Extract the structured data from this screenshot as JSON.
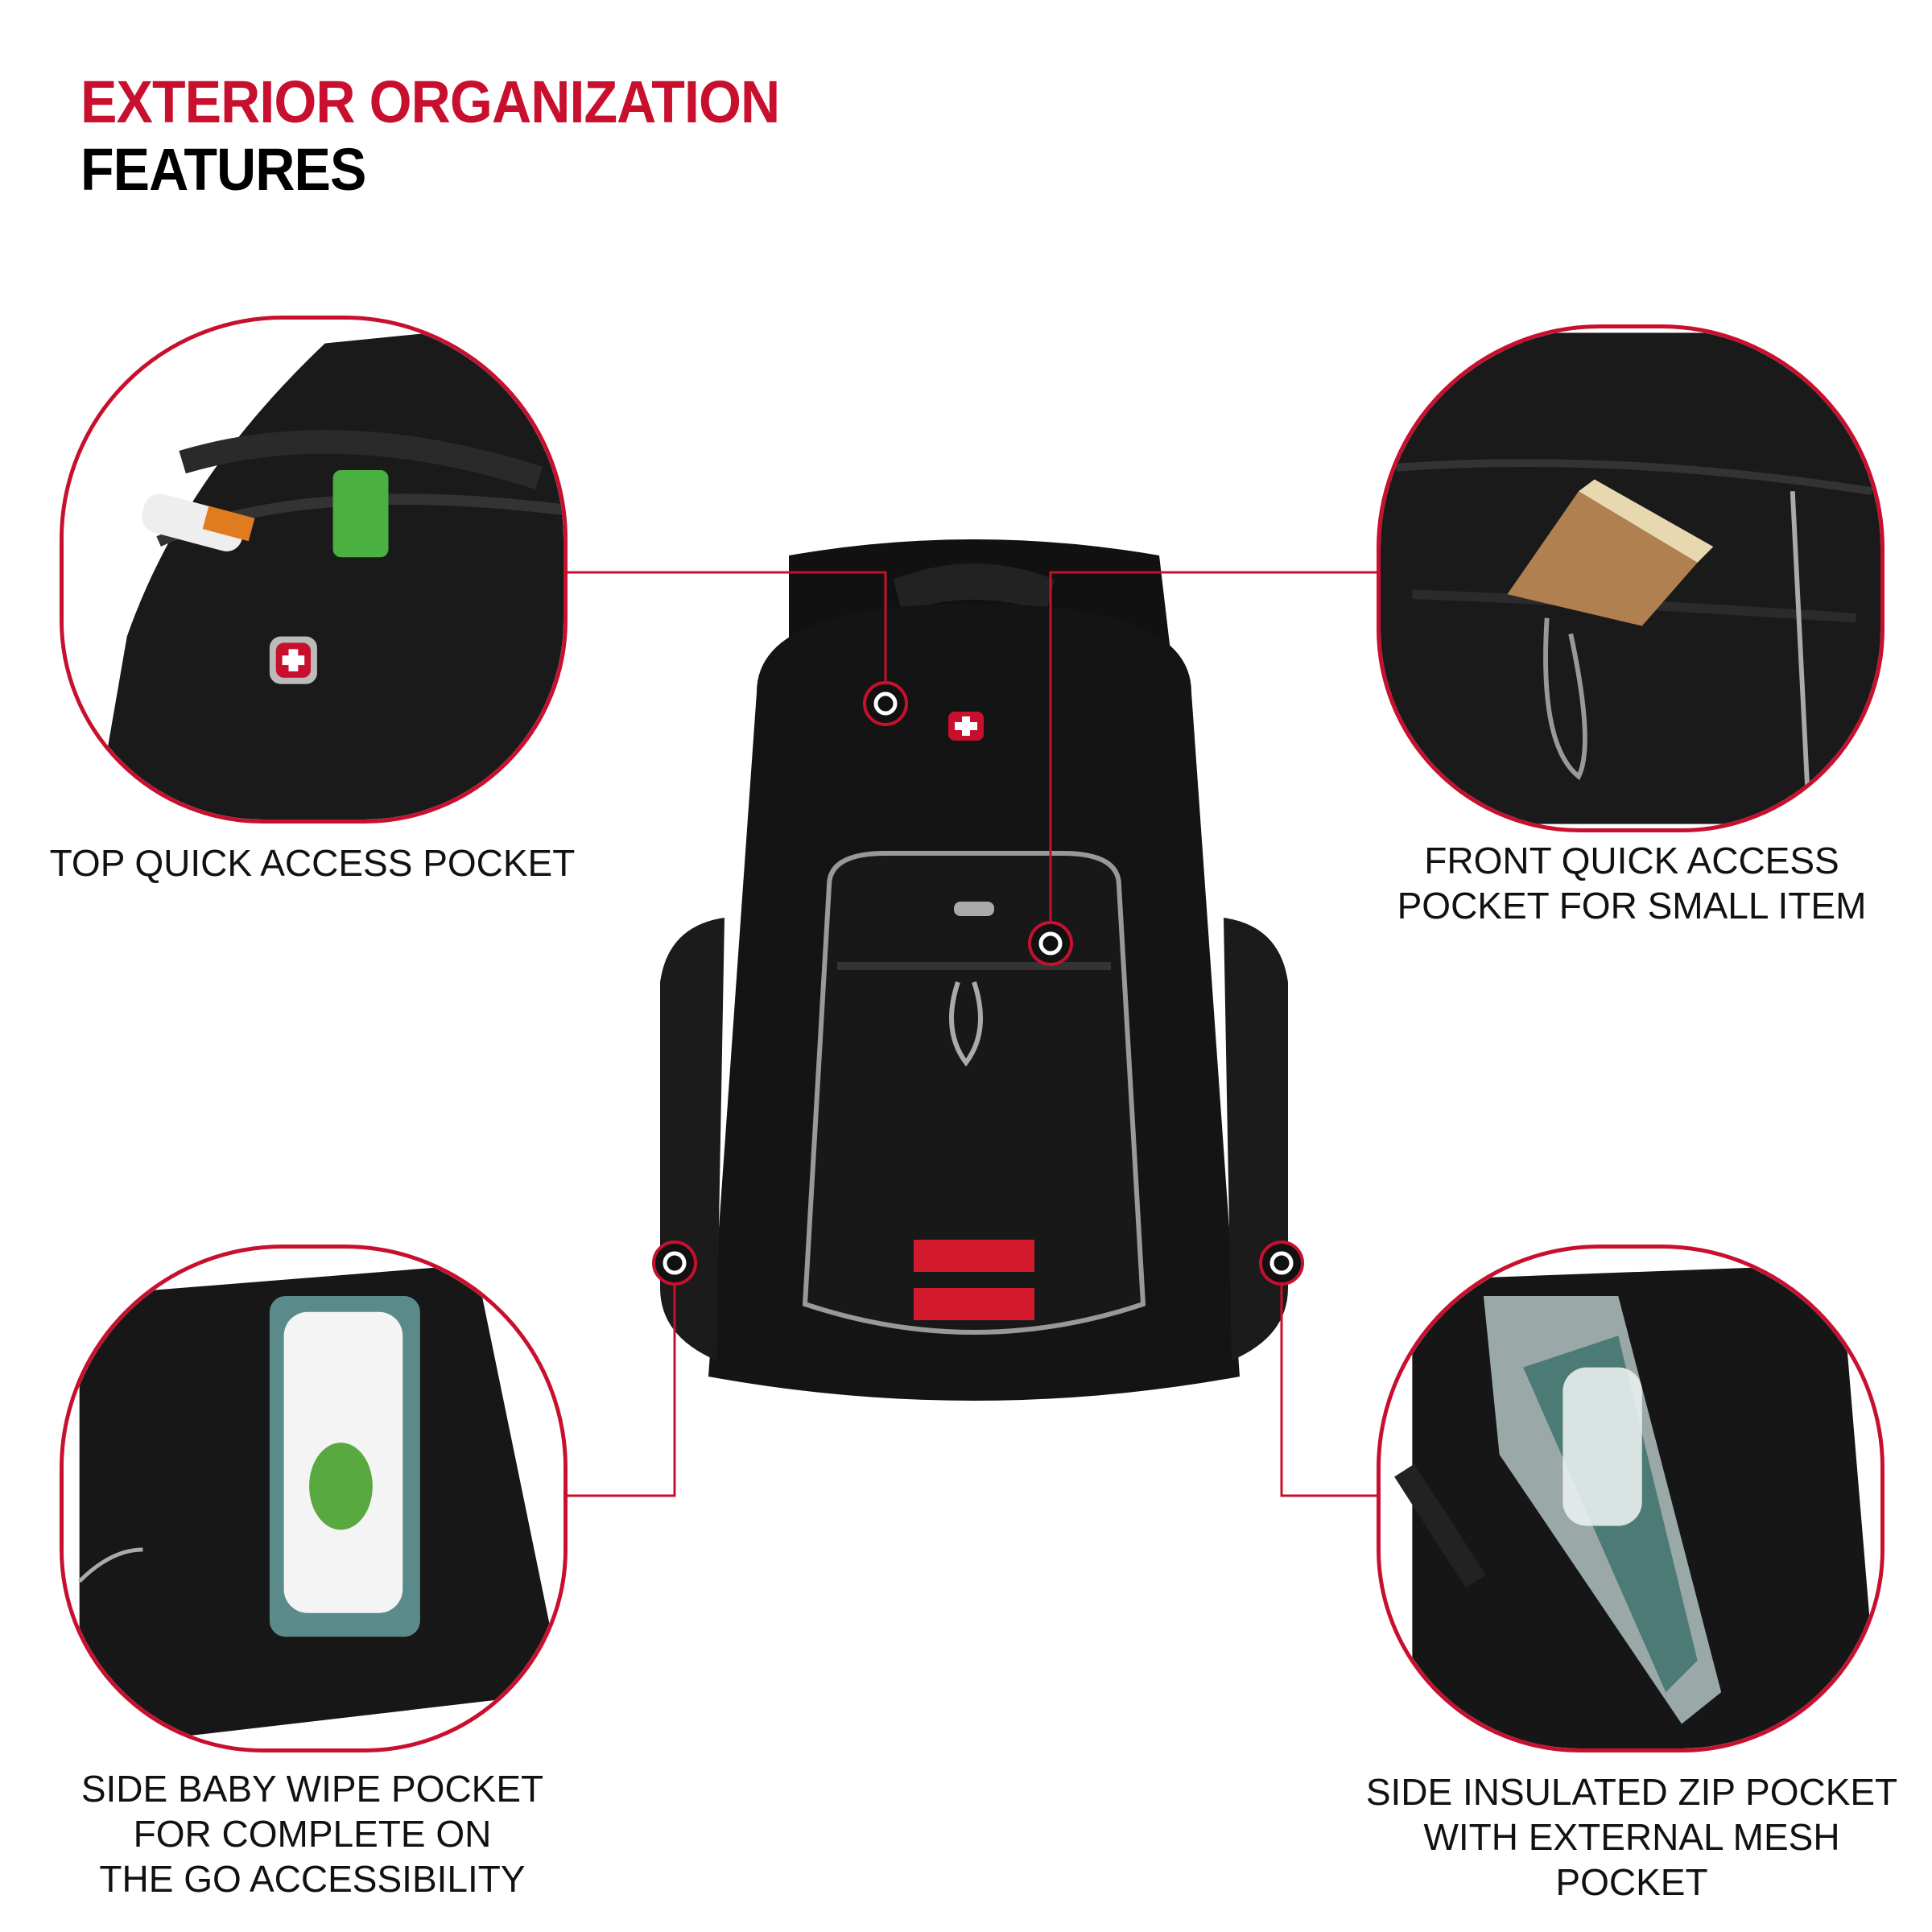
{
  "header": {
    "title_line1": "EXTERIOR ORGANIZATION",
    "title_line2": "FEATURES"
  },
  "colors": {
    "accent": "#c8102e",
    "text": "#111111",
    "bag": "#141414"
  },
  "features": [
    {
      "id": "top",
      "label_lines": [
        "TOP QUICK ACCESS POCKET"
      ]
    },
    {
      "id": "front",
      "label_lines": [
        "FRONT QUICK ACCESS",
        "POCKET FOR SMALL ITEM"
      ]
    },
    {
      "id": "side-wipe",
      "label_lines": [
        "SIDE BABY WIPE POCKET",
        "FOR COMPLETE ON",
        "THE GO ACCESSIBILITY"
      ]
    },
    {
      "id": "side-insulated",
      "label_lines": [
        "SIDE INSULATED ZIP POCKET",
        "WITH EXTERNAL MESH POCKET"
      ]
    }
  ]
}
